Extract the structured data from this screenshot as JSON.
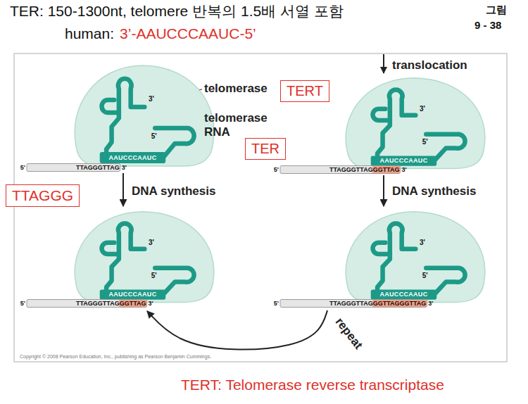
{
  "diagram": {
    "nodes": [
      {
        "text": [
          "3'",
          "5'",
          "AAUCCCAAUC"
        ]
      },
      {
        "text": [
          "TERT"
        ]
      },
      {
        "text": [
          "TER"
        ]
      },
      {
        "text": [
          "3'",
          "5'",
          "AAUCCCAAUC"
        ]
      },
      {
        "text": [
          "TTAGGG"
        ]
      },
      {
        "text": [
          "3'",
          "5'",
          "AAUCCCAAUC"
        ]
      },
      {
        "text": [
          "3'",
          "5'",
          "AAUCCCAAUC"
        ]
      }
    ],
    "edges": [
      {
        "from": 0,
        "to": 5,
        "label": "DNA synthesis",
        "arrow": "to"
      },
      {
        "from": 3,
        "to": 6,
        "label": "DNA synthesis",
        "arrow": "to"
      },
      {
        "from": 6,
        "to": 5,
        "label": "repeat",
        "arrow": "to"
      }
    ],
    "labels": [
      "TER: 150-1300nt, telomere 반복의 1.5배 서열 포함",
      "human:",
      "3’-AAUCCCAAUC-5’",
      "그림",
      "9 - 38",
      "translocation",
      "telomerase",
      "telomerase RNA",
      "5'",
      "TTAGGGTTAG",
      "3'",
      "5'",
      "TTAGGGTTAG",
      "GGTTAG",
      "3'",
      "5'",
      "TTAGGGTTAG",
      "GGTTAG",
      "3'",
      "5'",
      "TTAGGGTTAG",
      "GGTTAGGGTTAG",
      "3'",
      "Copyright © 2008 Pearson Education, Inc., publishing as Pearson Benjamin Cummings.",
      "TERT: Telomerase reverse transcriptase"
    ]
  }
}
